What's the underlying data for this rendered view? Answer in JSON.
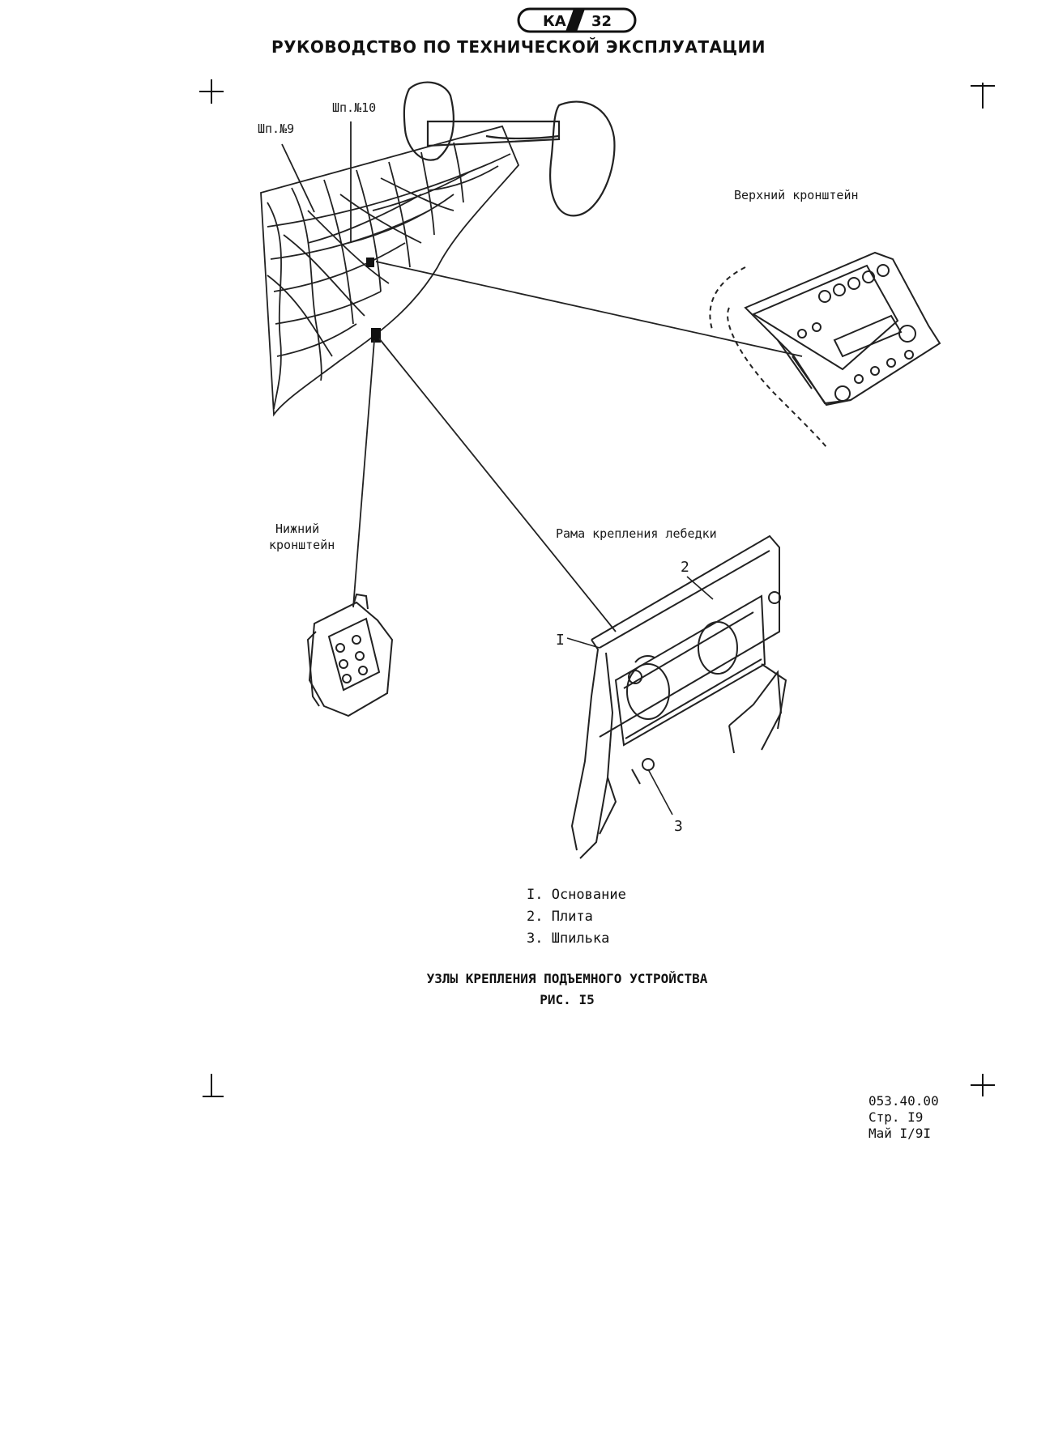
{
  "header": {
    "logo_text": "КА 32",
    "title": "РУКОВОДСТВО ПО ТЕХНИЧЕСКОЙ ЭКСПЛУАТАЦИИ"
  },
  "figure": {
    "frame9_label": "Шп.№9",
    "frame10_label": "Шп.№10",
    "upper_bracket_label": "Верхний кронштейн",
    "lower_bracket_label_line1": "Нижний",
    "lower_bracket_label_line2": "кронштейн",
    "winch_frame_label": "Рама крепления лебедки",
    "callout_1": "I",
    "callout_2": "2",
    "callout_3": "3"
  },
  "legend": [
    "I. Основание",
    "2. Плита",
    "3. Шпилька"
  ],
  "caption": {
    "line1": "УЗЛЫ КРЕПЛЕНИЯ ПОДЪЕМНОГО УСТРОЙСТВА",
    "line2": "РИС. I5"
  },
  "footer": {
    "doc_number": "053.40.00",
    "page": "Стр. I9",
    "date": "Май I/9I"
  }
}
